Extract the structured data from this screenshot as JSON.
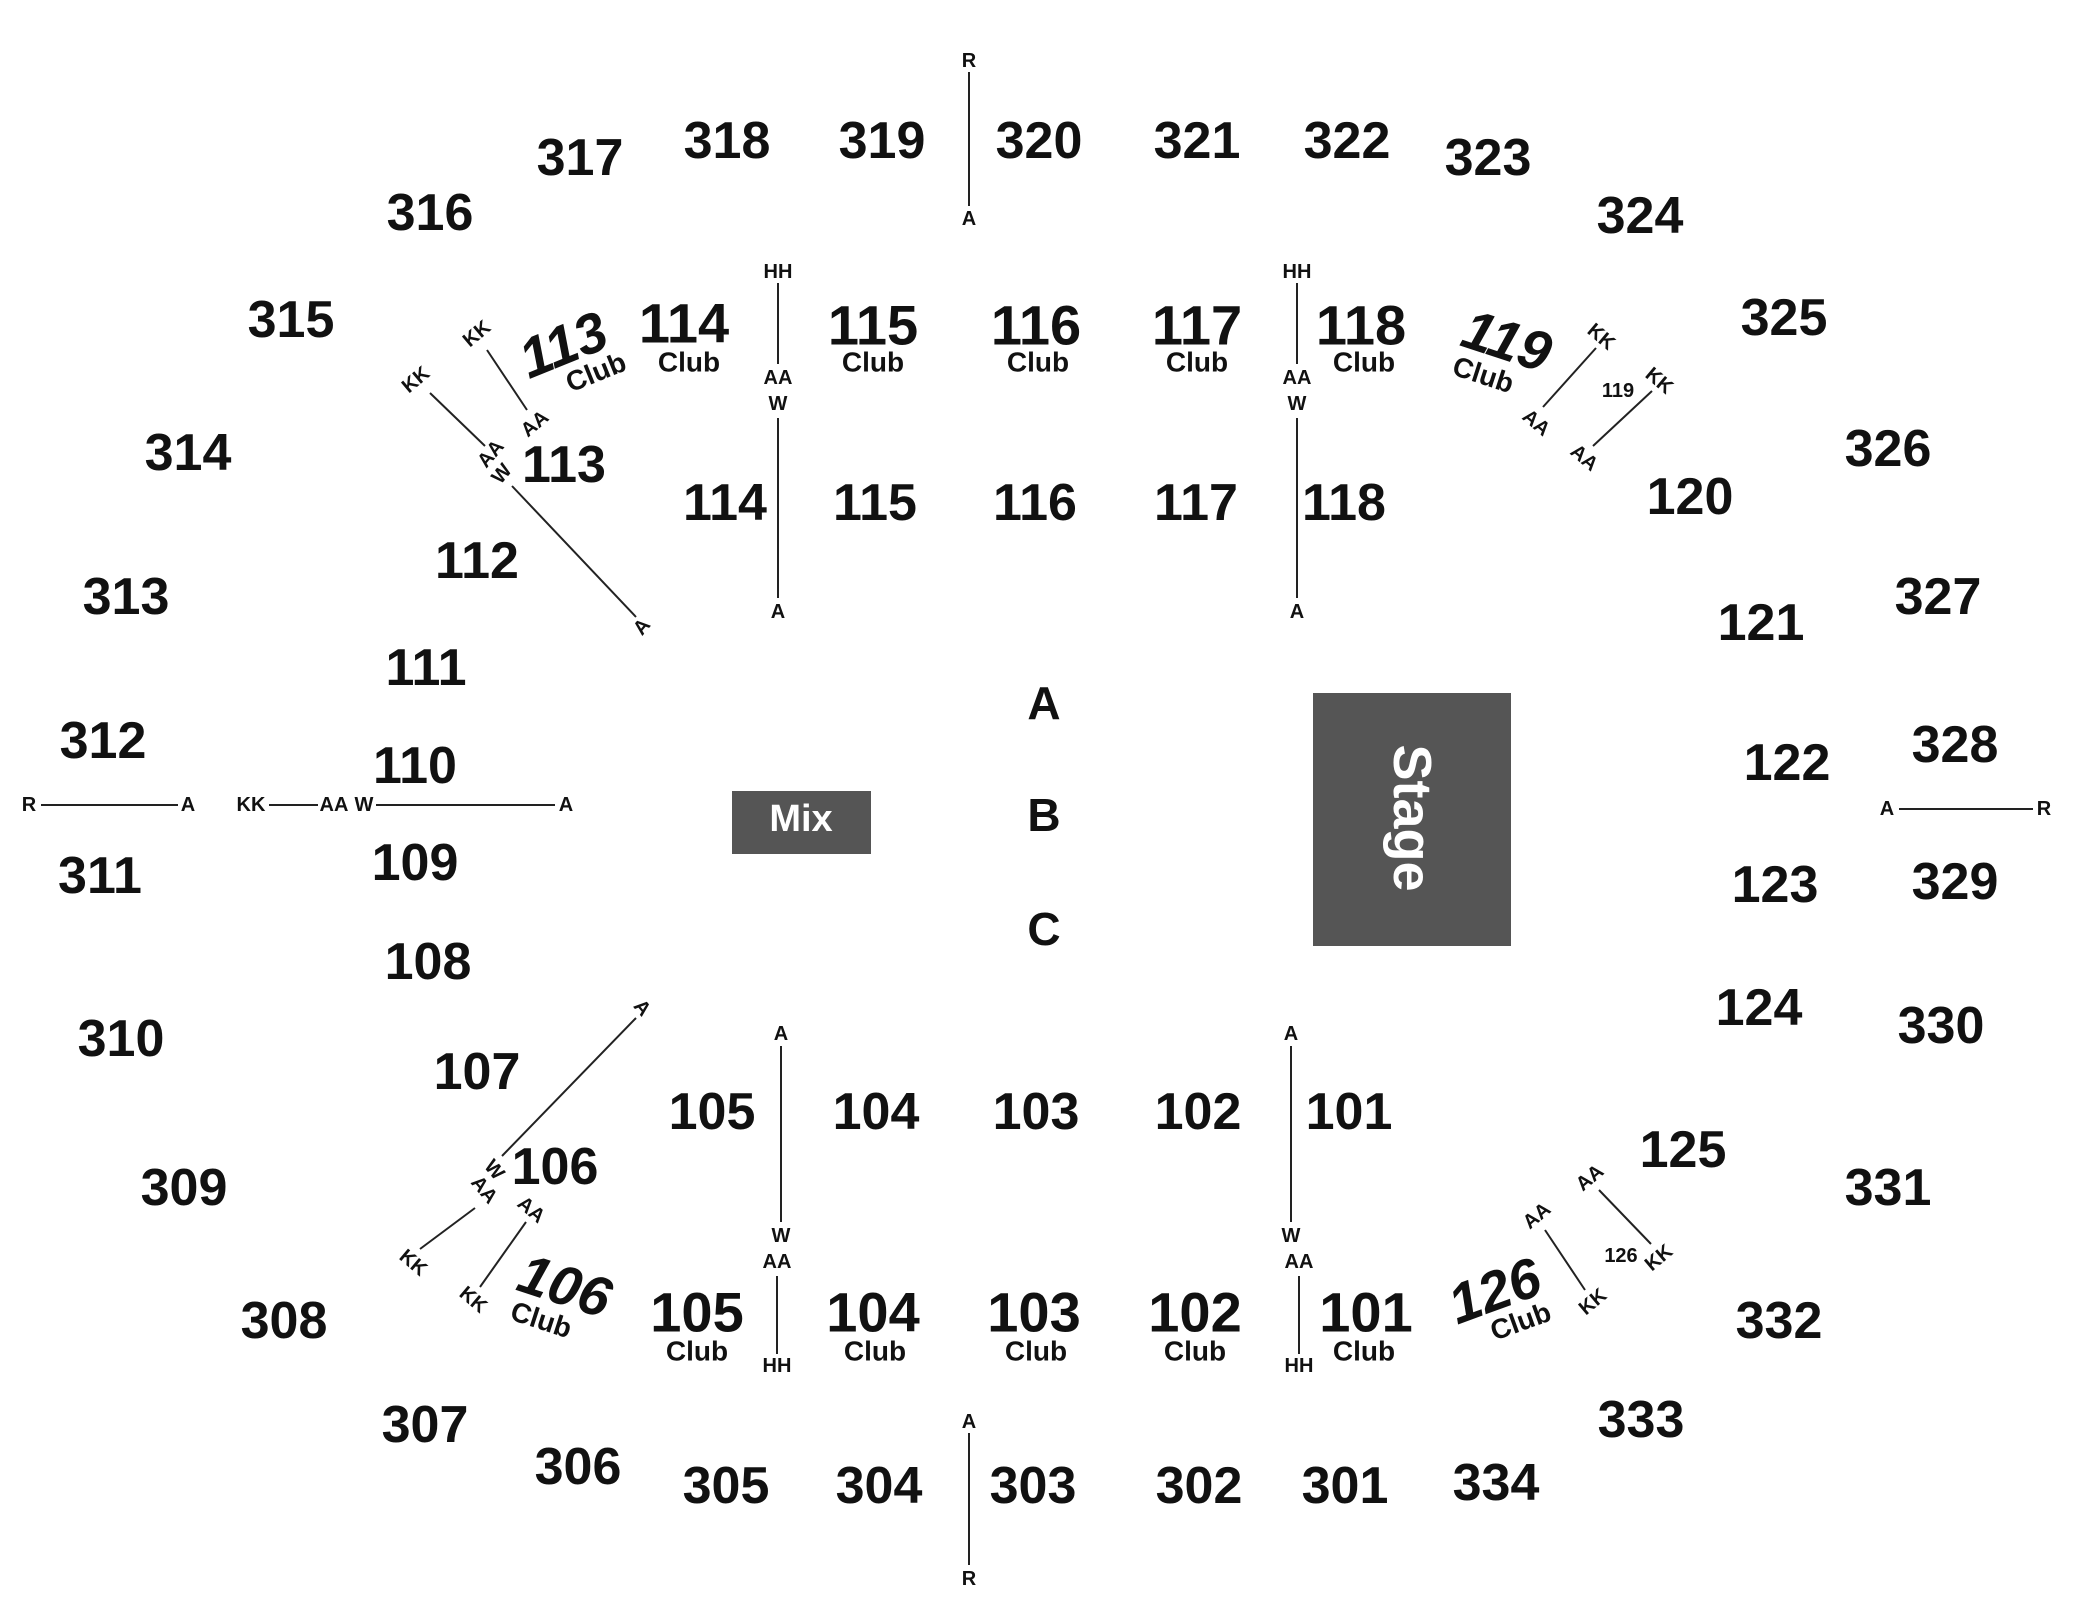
{
  "upper_sections": [
    "301",
    "302",
    "303",
    "304",
    "305",
    "306",
    "307",
    "308",
    "309",
    "310",
    "311",
    "312",
    "313",
    "314",
    "315",
    "316",
    "317",
    "318",
    "319",
    "320",
    "321",
    "322",
    "323",
    "324",
    "325",
    "326",
    "327",
    "328",
    "329",
    "330",
    "331",
    "332",
    "333",
    "334"
  ],
  "lower_sections": [
    "101",
    "102",
    "103",
    "104",
    "105",
    "106",
    "107",
    "108",
    "109",
    "110",
    "111",
    "112",
    "113",
    "114",
    "115",
    "116",
    "117",
    "118",
    "120",
    "121",
    "122",
    "123",
    "124",
    "125"
  ],
  "club_sections": [
    "101",
    "102",
    "103",
    "104",
    "105",
    "106",
    "113",
    "114",
    "115",
    "116",
    "117",
    "118",
    "119",
    "126"
  ],
  "club_label": "Club",
  "small_labels": [
    "119",
    "126"
  ],
  "floor_rows": [
    "A",
    "B",
    "C"
  ],
  "mix_label": "Mix",
  "stage_label": "Stage",
  "row_markers": {
    "a": "A",
    "r": "R",
    "w": "W",
    "aa": "AA",
    "hh": "HH",
    "kk": "KK"
  },
  "colors": {
    "box_fill": "#555555",
    "text": "#111111",
    "background": "#ffffff"
  }
}
